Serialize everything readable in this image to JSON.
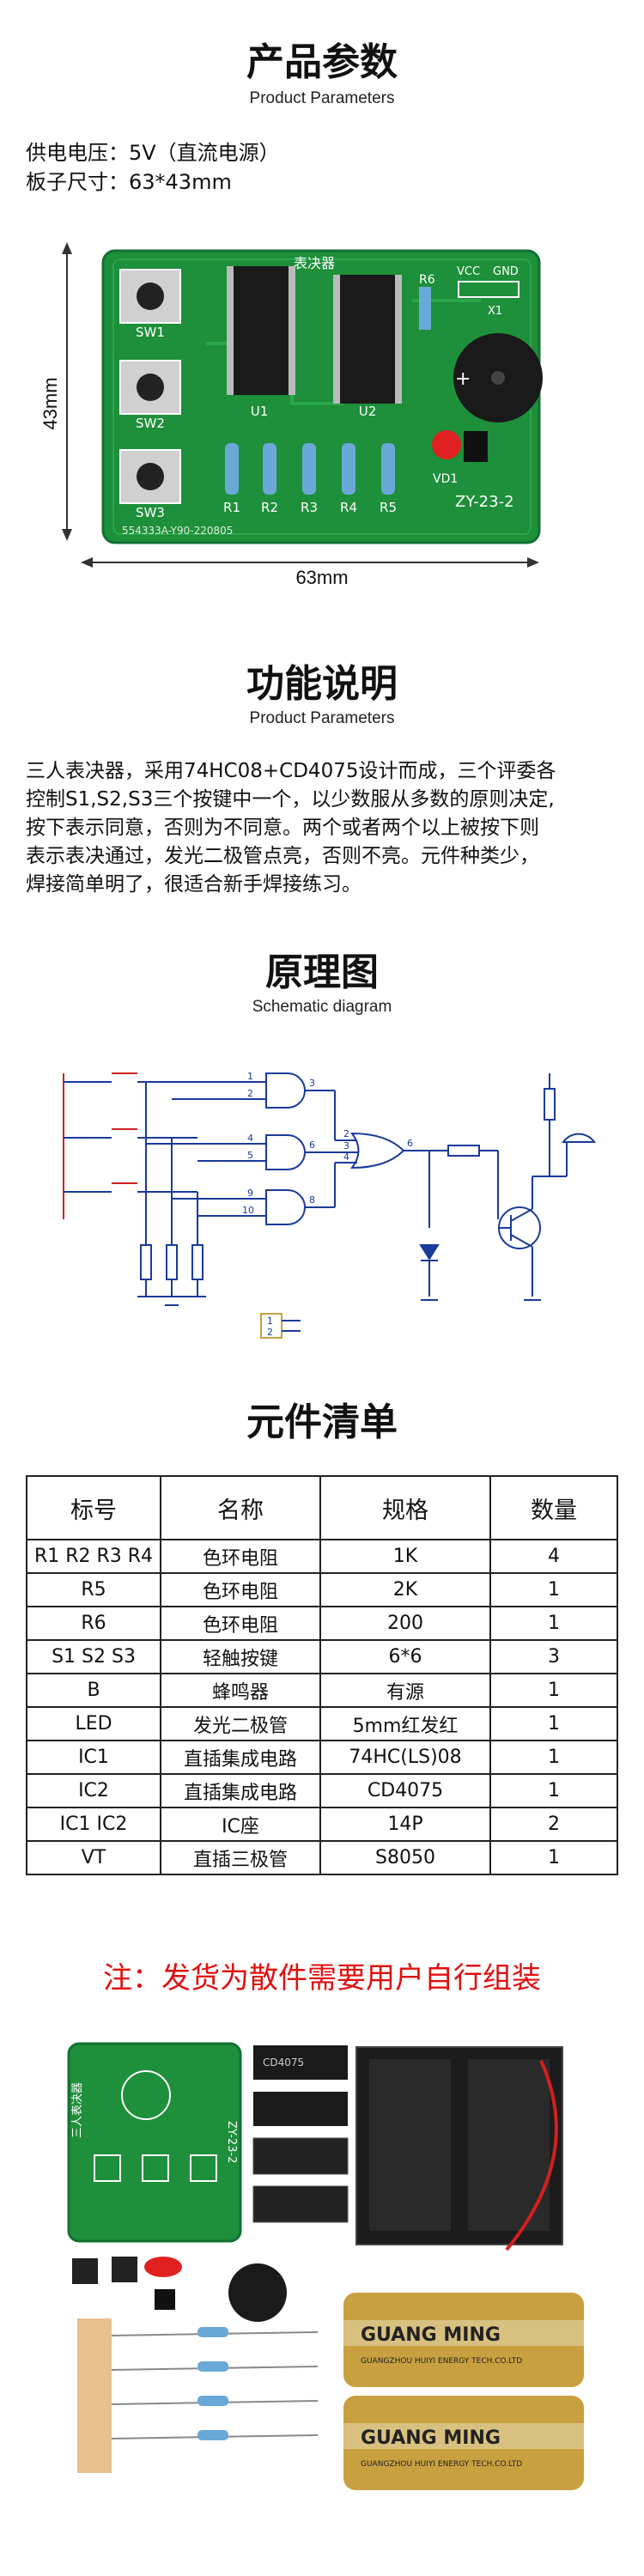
{
  "params": {
    "title": "产品参数",
    "subtitle": "Product Parameters",
    "lines": [
      "供电电压：5V（直流电源）",
      "板子尺寸：63*43mm"
    ]
  },
  "board": {
    "dim_w": "63mm",
    "dim_h": "43mm",
    "sw1": "SW1",
    "sw2": "SW2",
    "sw3": "SW3",
    "u1": "U1",
    "u2": "U2",
    "r6": "R6",
    "vcc": "VCC",
    "gnd": "GND",
    "x1": "X1",
    "r_labels": [
      "R1",
      "R2",
      "R3",
      "R4",
      "R5"
    ],
    "vd1": "VD1",
    "model": "ZY-23-2",
    "serial": "554333A-Y90-220805",
    "silk": "表决器"
  },
  "function": {
    "title": "功能说明",
    "subtitle": "Product Parameters",
    "lines": [
      "三人表决器，采用74HC08+CD4075设计而成，三个评委各",
      "控制S1,S2,S3三个按键中一个，以少数服从多数的原则决定,",
      "按下表示同意，否则为不同意。两个或者两个以上被按下则",
      "表示表决通过，发光二极管点亮，否则不亮。元件种类少，",
      "焊接简单明了，很适合新手焊接练习。"
    ]
  },
  "schematic": {
    "title": "原理图",
    "subtitle": "Schematic diagram",
    "pins": [
      "1",
      "2",
      "3",
      "4",
      "5",
      "6",
      "9",
      "10",
      "8",
      "2",
      "3",
      "4",
      "6"
    ],
    "conn": [
      "1",
      "2"
    ]
  },
  "parts": {
    "title": "元件清单",
    "headers": [
      "标号",
      "名称",
      "规格",
      "数量"
    ],
    "rows": [
      [
        "R1 R2 R3 R4",
        "色环电阻",
        "1K",
        "4"
      ],
      [
        "R5",
        "色环电阻",
        "2K",
        "1"
      ],
      [
        "R6",
        "色环电阻",
        "200",
        "1"
      ],
      [
        "S1 S2 S3",
        "轻触按键",
        "6*6",
        "3"
      ],
      [
        "B",
        "蜂鸣器",
        "有源",
        "1"
      ],
      [
        "LED",
        "发光二极管",
        "5mm红发红",
        "1"
      ],
      [
        "IC1",
        "直插集成电路",
        "74HC(LS)08",
        "1"
      ],
      [
        "IC2",
        "直插集成电路",
        "CD4075",
        "1"
      ],
      [
        "IC1 IC2",
        "IC座",
        "14P",
        "2"
      ],
      [
        "VT",
        "直插三极管",
        "S8050",
        "1"
      ]
    ]
  },
  "note": "注：发货为散件需要用户自行组装",
  "kit": {
    "pcb_silk": "三人表决器",
    "pcb_model": "ZY-23-2",
    "battery_brand": "GUANG MING",
    "battery_sub": "GUANGZHOU HUIYI ENERGY TECH.CO.LTD",
    "ic_top": "CD4075"
  },
  "colors": {
    "pcb_green": "#1e8f3a",
    "pcb_dark": "#137030",
    "silk_white": "#ffffff",
    "note_red": "#e01010",
    "schematic_red": "#d02020",
    "schematic_blue": "#1a3a9a",
    "battery_gold": "#c8a040"
  }
}
